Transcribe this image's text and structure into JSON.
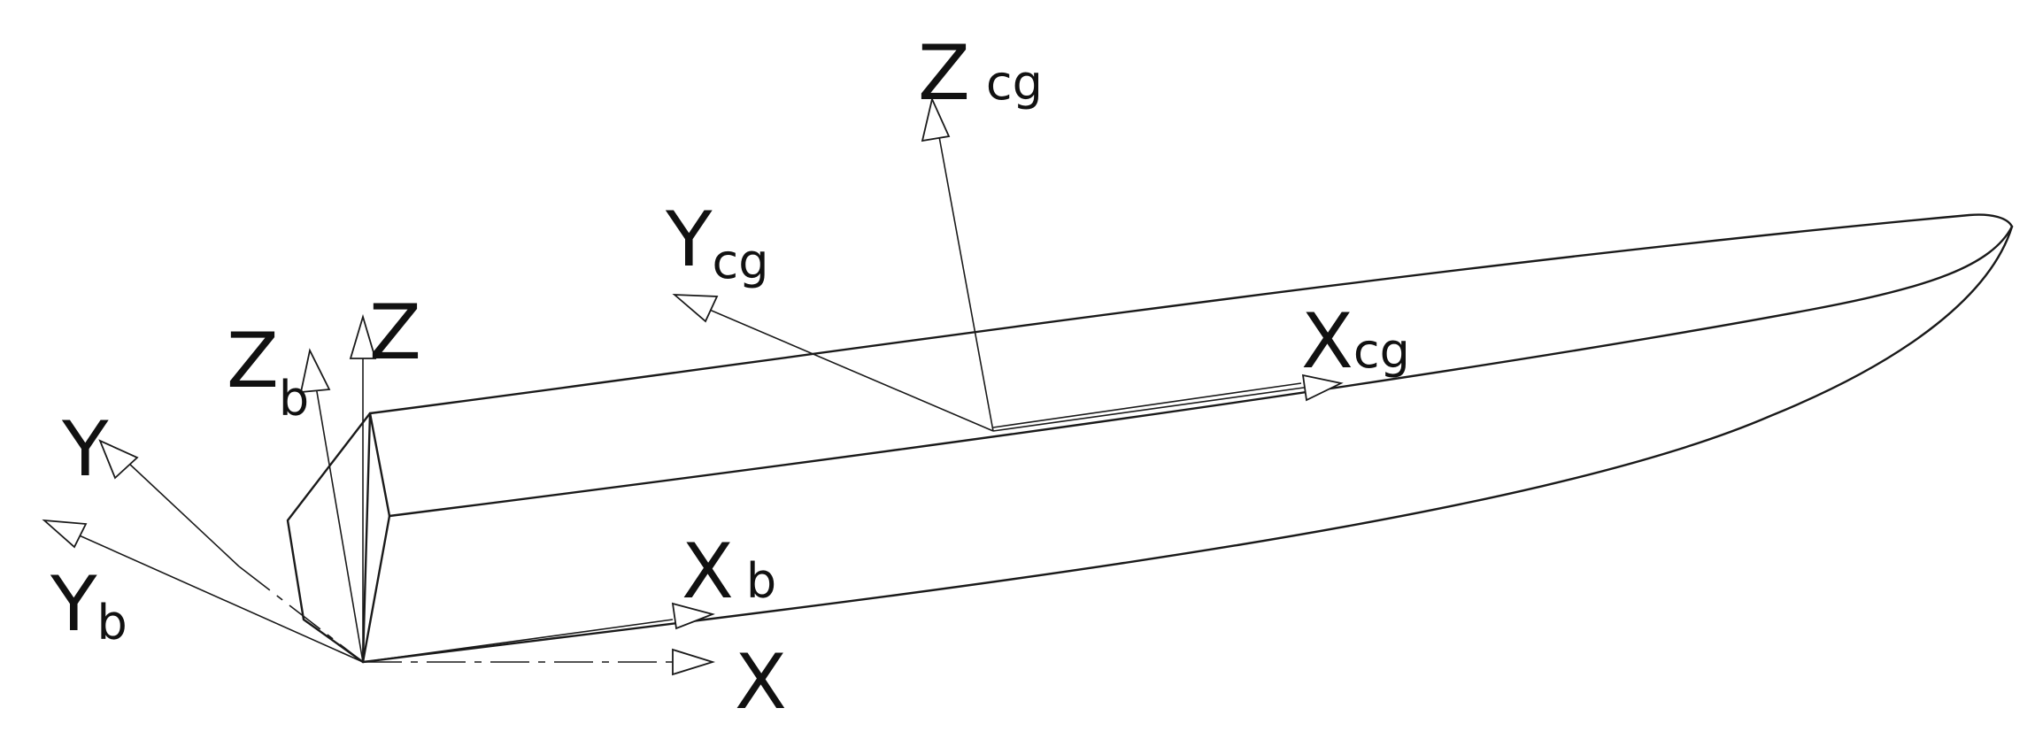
{
  "labels": {
    "z_cg": {
      "main": "Z",
      "sub": "cg"
    },
    "y_cg": {
      "main": "Y",
      "sub": "cg"
    },
    "x_cg": {
      "main": "X",
      "sub": "cg"
    },
    "z_b": {
      "main": "Z",
      "sub": "b"
    },
    "z": {
      "main": "Z"
    },
    "y": {
      "main": "Y"
    },
    "y_b": {
      "main": "Y",
      "sub": "b"
    },
    "x_b": {
      "main": "X",
      "sub": "b"
    },
    "x": {
      "main": "X"
    }
  }
}
